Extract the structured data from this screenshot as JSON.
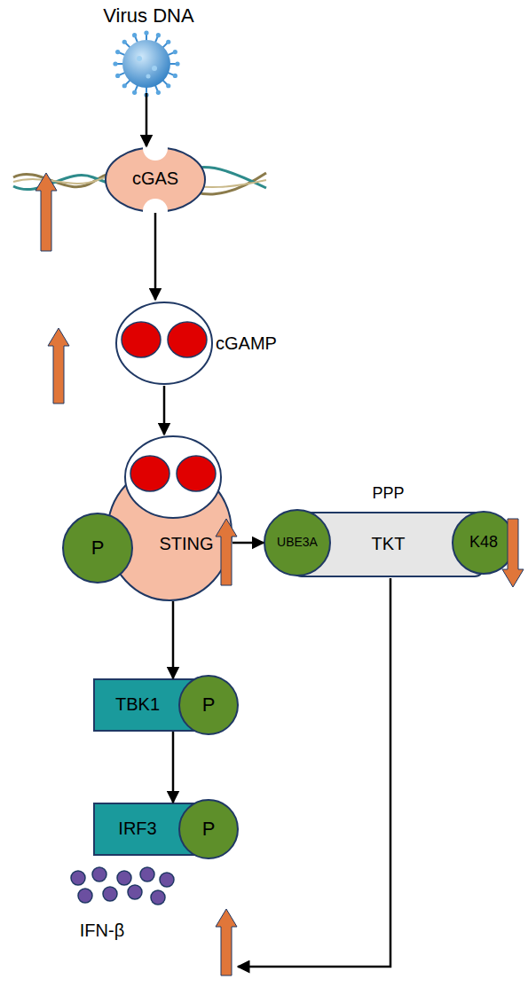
{
  "diagram": {
    "nodes": [
      {
        "text": [
          "Virus DNA"
        ]
      },
      {
        "text": [
          "cGAS"
        ]
      },
      {
        "text": [
          "cGAMP"
        ]
      },
      {
        "text": [
          "STING"
        ]
      },
      {
        "text": [
          "P"
        ],
        "in": 3
      },
      {
        "text": [
          "PPP",
          "TKT"
        ]
      },
      {
        "text": [
          "UBE3A"
        ],
        "in": 5
      },
      {
        "text": [
          "K48"
        ],
        "in": 5
      },
      {
        "text": [
          "TBK1"
        ]
      },
      {
        "text": [
          "P"
        ],
        "in": 8
      },
      {
        "text": [
          "IRF3"
        ]
      },
      {
        "text": [
          "P"
        ],
        "in": 10
      },
      {
        "text": [
          "IFN-β"
        ]
      }
    ],
    "edges": [
      {
        "from": 0,
        "to": 1,
        "arrow": "to"
      },
      {
        "from": 1,
        "to": 2,
        "arrow": "to"
      },
      {
        "from": 2,
        "to": 3,
        "arrow": "to"
      },
      {
        "from": 3,
        "to": 8,
        "arrow": "to"
      },
      {
        "from": 8,
        "to": 10,
        "arrow": "to"
      },
      {
        "from": 3,
        "to": 5,
        "arrow": "to"
      },
      {
        "from": 5,
        "to": 12,
        "arrow": "to"
      }
    ]
  }
}
